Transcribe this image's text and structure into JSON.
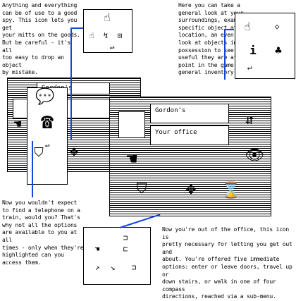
{
  "paragraphs": {
    "top_left": "Anything and everything\ncan be of use to a good\nspy. This icon lets you get\nyour mitts on the goods.\nBut be careful - it's all\ntoo easy to drop an object\nby mistake.",
    "top_right": "Here you can take a\ngeneral look at your\nsurroundings, examine a\nspecific object at that\nlocation, an even closer\nlook at objects in your\npossession to see how\nuseful they are at each\npoint in the game and a\ngeneral inventory.",
    "bottom_left": "Now you wouldn't expect\nto find a telephone on a\ntrain, would you? That's\nwhy not all the options\nare available to you at all\ntimes - only when they're\nhighlighted can you\naccess them.",
    "bottom_right": "Now you're out of the office, this icon is\npretty necessary for letting you get out and\nabout. You're offered five immediate\noptions: enter or leave doors, travel up or\ndown stairs, or walk in one of four compass\ndirections, reached via a sub-menu."
  },
  "screens": {
    "back": {
      "location_label": "Gordon's"
    },
    "front": {
      "location_label": "Gordon's",
      "room_label": "Your office"
    }
  },
  "colors": {
    "connector": "#1446d6"
  },
  "icons": [
    "hand-icon",
    "telephone-icon",
    "shield-icon",
    "compass-icon",
    "eye-icon",
    "map-icon",
    "hourglass-icon",
    "door-icon",
    "stairs-icon",
    "lamp-icon",
    "info-icon"
  ]
}
